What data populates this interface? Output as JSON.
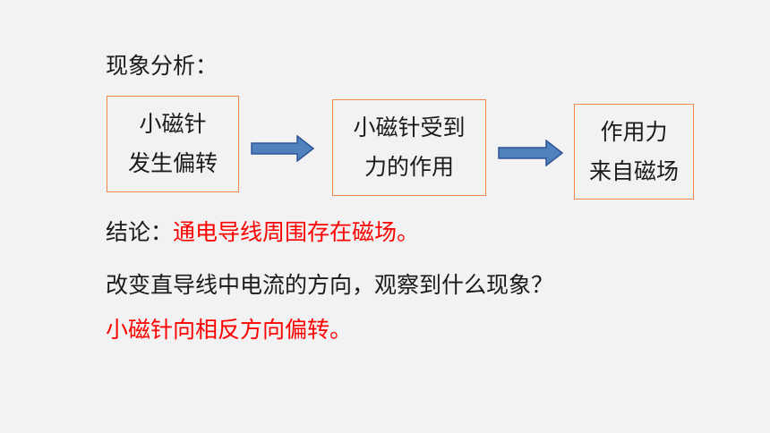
{
  "heading": "现象分析：",
  "flow": {
    "box1": {
      "line1": "小磁针",
      "line2": "发生偏转"
    },
    "box2": {
      "line1": "小磁针受到",
      "line2": "力的作用"
    },
    "box3": {
      "line1": "作用力",
      "line2": "来自磁场"
    },
    "arrow_icon": "right-arrow-icon"
  },
  "conclusion": {
    "label": "结论：",
    "text": "通电导线周围存在磁场。"
  },
  "question": "改变直导线中电流的方向，观察到什么现象？",
  "answer": "小磁针向相反方向偏转。",
  "colors": {
    "background": "#f2f2f2",
    "box_border": "#f0884a",
    "arrow_fill": "#4f81bd",
    "arrow_stroke": "#2f5597",
    "highlight": "#ff0000"
  }
}
